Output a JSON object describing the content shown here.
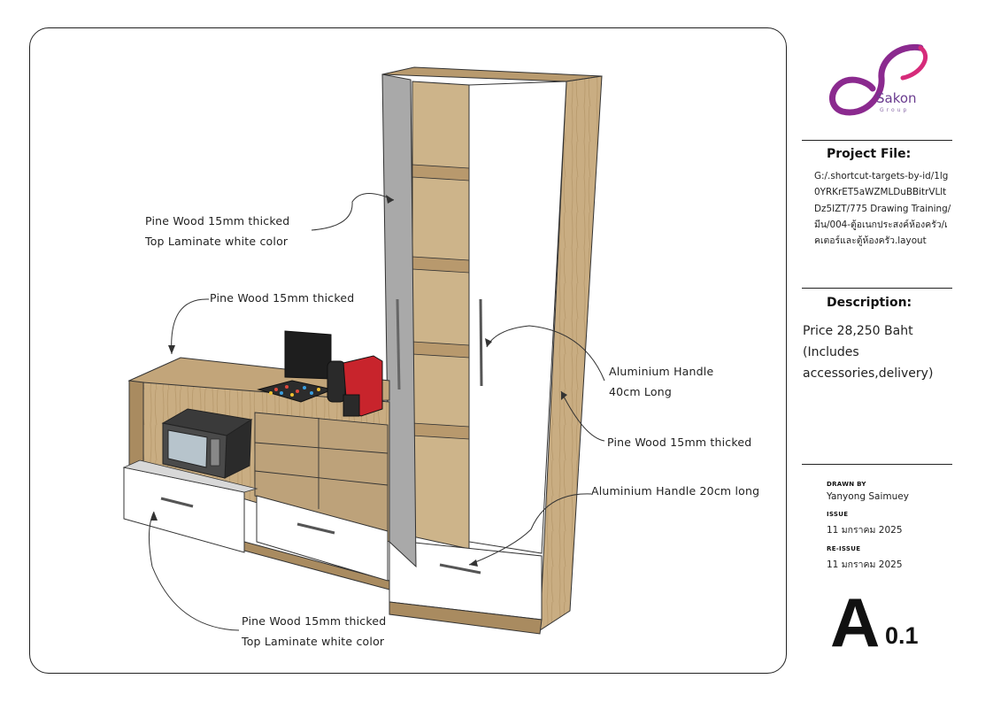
{
  "drawing": {
    "callouts": [
      {
        "lines": [
          "Pine Wood 15mm thicked",
          "Top Laminate white color"
        ]
      },
      {
        "lines": [
          "Pine Wood 15mm thicked"
        ]
      },
      {
        "lines": [
          "Aluminium Handle",
          "40cm Long"
        ]
      },
      {
        "lines": [
          "Pine Wood 15mm thicked"
        ]
      },
      {
        "lines": [
          "Aluminium Handle 20cm long"
        ]
      },
      {
        "lines": [
          "Pine Wood 15mm thicked",
          "Top Laminate white color"
        ]
      }
    ]
  },
  "title_block": {
    "logo": {
      "name": "Sakon",
      "sub": "Group",
      "icon": "sakon-group-logo-icon",
      "color": "#8b2a8f"
    },
    "project_file": {
      "heading": "Project File:",
      "path": "G:/.shortcut-targets-by-id/1lg0YRKrET5aWZMLDuBBitrVLltDz5IZT/775 Drawing Training/มีน/004-ตู้อเนกประสงค์ห้องครัว/เคเตอร์และตู้ห้องครัว.layout"
    },
    "description": {
      "heading": "Description:",
      "text": "Price 28,250 Baht (Includes accessories,delivery)"
    },
    "drawn_by": {
      "label": "DRAWN BY",
      "value": "Yanyong Saimuey"
    },
    "issue": {
      "label": "ISSUE",
      "value": "11 มกราคม 2025"
    },
    "reissue": {
      "label": "RE-ISSUE",
      "value": "11 มกราคม 2025"
    },
    "sheet": {
      "letter": "A",
      "number": "0.1"
    }
  },
  "colors": {
    "wood": "#c9ad82",
    "wood_dark": "#a98b60",
    "white_laminate": "#ffffff",
    "grey_door": "#a9a9a9",
    "logo_purple": "#8b2a8f",
    "logo_pink": "#d62b7a"
  }
}
